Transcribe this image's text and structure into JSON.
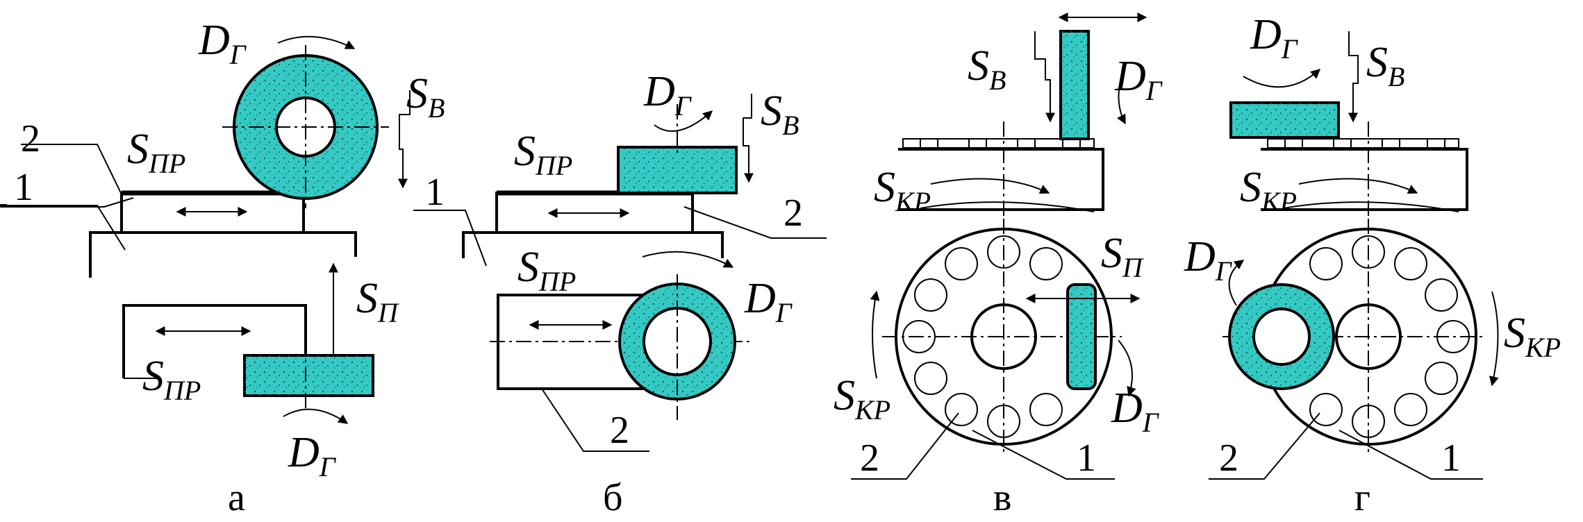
{
  "labels": {
    "d_main": "D",
    "d_sub": "Г",
    "s_main": "S",
    "s_v": "В",
    "s_pr": "ПР",
    "s_p": "П",
    "s_kr": "КР",
    "part1": "1",
    "part2": "2"
  },
  "captions": {
    "a": "а",
    "b": "б",
    "v": "в",
    "g": "г"
  },
  "colors": {
    "wheel_fill": "#35c9c4",
    "line": "#000000",
    "background": "#ffffff"
  }
}
